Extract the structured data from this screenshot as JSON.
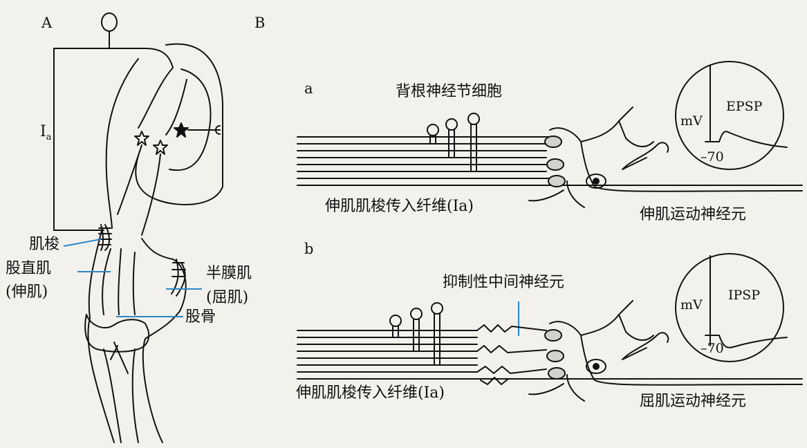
{
  "panel_a": {
    "letter": "A",
    "ia_label": {
      "main": "I",
      "sub": "a"
    },
    "labels": {
      "muscle_spindle": "肌梭",
      "rectus_femoris": "股直肌",
      "rectus_femoris_note": "(伸肌)",
      "semimembranosus": "半膜肌",
      "semimembranosus_note": "(屈肌)",
      "femur": "股骨"
    }
  },
  "panel_b": {
    "letter": "B",
    "a": {
      "letter": "a",
      "ganglion_label": "背根神经节细胞",
      "afferent_label": "伸肌肌梭传入纤维(Ia)",
      "motor_label": "伸肌运动神经元",
      "trace": {
        "unit": "mV",
        "name": "EPSP",
        "baseline": "–70"
      }
    },
    "b": {
      "letter": "b",
      "inter_label": "抑制性中间神经元",
      "afferent_label": "伸肌肌梭传入纤维(Ia)",
      "motor_label": "屈肌运动神经元",
      "trace": {
        "unit": "mV",
        "name": "IPSP",
        "baseline": "–70"
      }
    }
  },
  "colors": {
    "line": "#111111",
    "leader": "#2a86c8",
    "paper": "#f3f1ec"
  }
}
